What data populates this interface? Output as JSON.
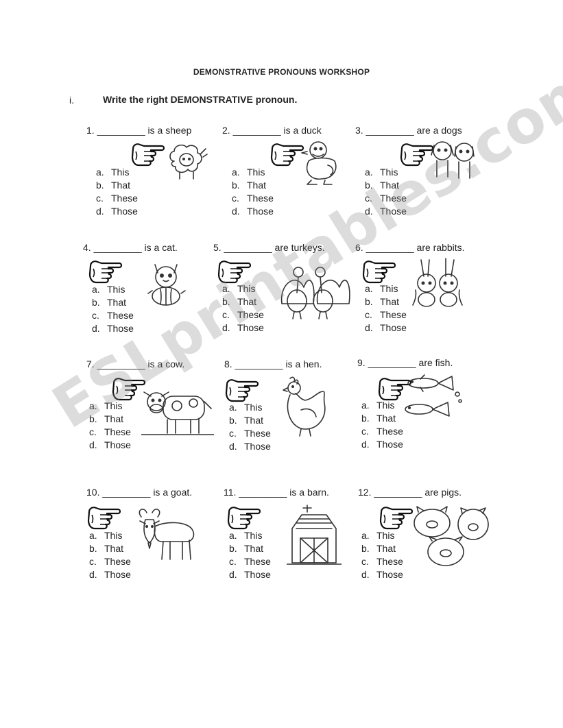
{
  "title": "DEMONSTRATIVE PRONOUNS WORKSHOP",
  "instruction": {
    "number": "i.",
    "text": "Write the right DEMONSTRATIVE  pronoun."
  },
  "option_letters": [
    "a.",
    "b.",
    "c.",
    "d."
  ],
  "options": [
    "This",
    "That",
    "These",
    "Those"
  ],
  "items": [
    {
      "prompt": "1. _________ is a sheep",
      "image": "sheep-icon"
    },
    {
      "prompt": "2. _________ is a duck",
      "image": "duck-icon"
    },
    {
      "prompt": "3. _________ are a dogs",
      "image": "dogs-icon"
    },
    {
      "prompt": "4. _________ is a cat.",
      "image": "cat-icon"
    },
    {
      "prompt": "5. _________ are turkeys.",
      "image": "turkeys-icon"
    },
    {
      "prompt": "6. _________ are rabbits.",
      "image": "rabbits-icon"
    },
    {
      "prompt": "7. _________ is a cow.",
      "image": "cow-icon"
    },
    {
      "prompt": "8. _________ is a hen.",
      "image": "hen-icon"
    },
    {
      "prompt": "9. _________ are fish.",
      "image": "fish-icon"
    },
    {
      "prompt": "10. _________ is a goat.",
      "image": "goat-icon"
    },
    {
      "prompt": "11. _________ is a barn.",
      "image": "barn-icon"
    },
    {
      "prompt": "12. _________ are pigs.",
      "image": "pigs-icon"
    }
  ],
  "pointing_hand_icon": "pointing-hand-icon",
  "watermark": "ESLprintables.com"
}
